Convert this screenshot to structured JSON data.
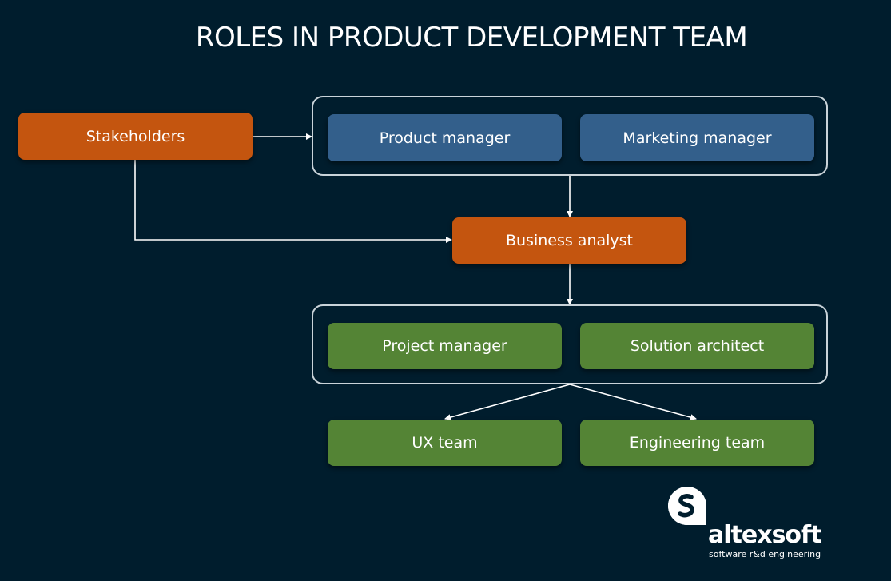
{
  "title": "ROLES IN PRODUCT DEVELOPMENT TEAM",
  "nodes": {
    "stakeholders": "Stakeholders",
    "product_manager": "Product manager",
    "marketing_manager": "Marketing manager",
    "business_analyst": "Business analyst",
    "project_manager": "Project manager",
    "solution_architect": "Solution architect",
    "ux_team": "UX team",
    "engineering_team": "Engineering team"
  },
  "edges": [
    {
      "from": "stakeholders",
      "to": "management-group"
    },
    {
      "from": "stakeholders",
      "to": "business_analyst"
    },
    {
      "from": "management-group",
      "to": "business_analyst"
    },
    {
      "from": "business_analyst",
      "to": "delivery-group"
    },
    {
      "from": "delivery-group",
      "to": "ux_team"
    },
    {
      "from": "delivery-group",
      "to": "engineering_team"
    }
  ],
  "colors": {
    "background": "#001d2d",
    "stakeholder_role": "#c4550f",
    "management_role": "#335f8b",
    "delivery_role": "#548435",
    "group_border": "#c9d3d9",
    "connector": "#ffffff"
  },
  "logo": {
    "name": "altexsoft",
    "tagline": "software r&d engineering"
  }
}
